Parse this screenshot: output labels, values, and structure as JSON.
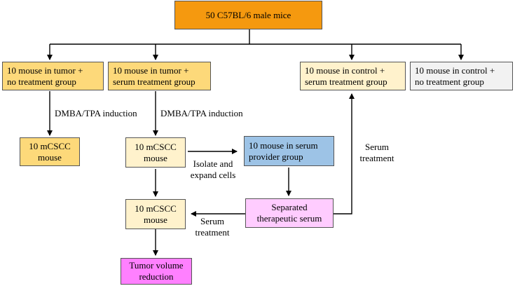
{
  "colors": {
    "orange": "#f5990f",
    "yellow": "#fdd97a",
    "light_yellow": "#fff2cc",
    "grey": "#f2f2f2",
    "blue": "#9dc3e6",
    "pink": "#ffccff",
    "magenta": "#ff80ff",
    "line": "#000000"
  },
  "boxes": {
    "top": "50 C57BL/6 male mice",
    "tumor_no_treatment": "10 mouse in tumor +\nno treatment group",
    "tumor_serum": "10 mouse in tumor +\nserum treatment group",
    "control_serum": "10 mouse in control +\nserum treatment group",
    "control_no_treatment": "10 mouse in control +\nno treatment group",
    "mcscc_left": "10 mCSCC\nmouse",
    "mcscc_mid": "10 mCSCC\nmouse",
    "serum_provider": "10 mouse in serum\nprovider group",
    "mcscc_lower": "10 mCSCC\nmouse",
    "separated_serum": "Separated\ntherapeutic serum",
    "tumor_reduction": "Tumor volume\nreduction"
  },
  "labels": {
    "induction_left": "DMBA/TPA induction",
    "induction_mid": "DMBA/TPA induction",
    "isolate": "Isolate and\nexpand cells",
    "serum_treatment_right": "Serum\ntreatment",
    "serum_treatment_bottom": "Serum\ntreatment"
  }
}
